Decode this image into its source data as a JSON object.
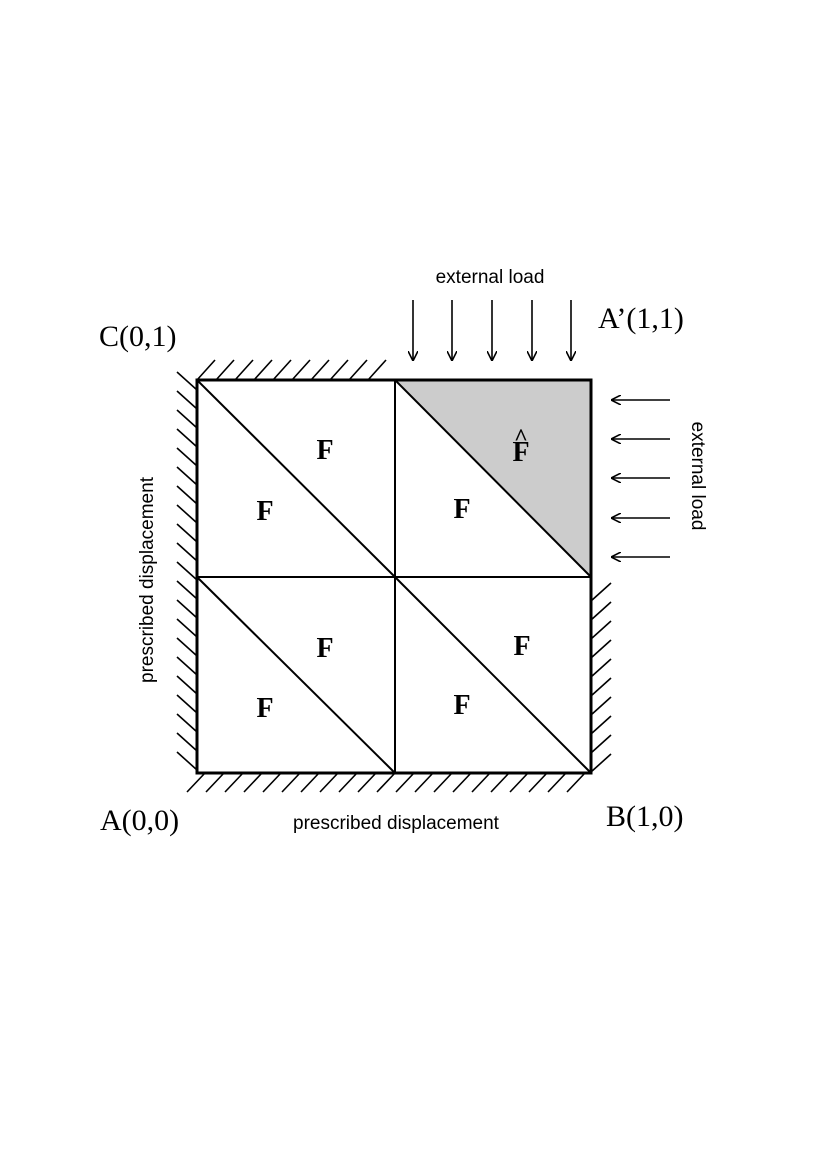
{
  "corners": {
    "A": "A(0,0)",
    "B": "B(1,0)",
    "C": "C(0,1)",
    "A_prime": "A’(1,1)"
  },
  "elements": {
    "regular_label": "F",
    "special_label": "F",
    "special_accent": "^"
  },
  "loads": {
    "top_label": "external load",
    "right_label": "external load"
  },
  "boundaries": {
    "left_label": "prescribed displacement",
    "bottom_label": "prescribed displacement"
  },
  "colors": {
    "special_element_fill": "#cccccc",
    "line": "#000000"
  }
}
